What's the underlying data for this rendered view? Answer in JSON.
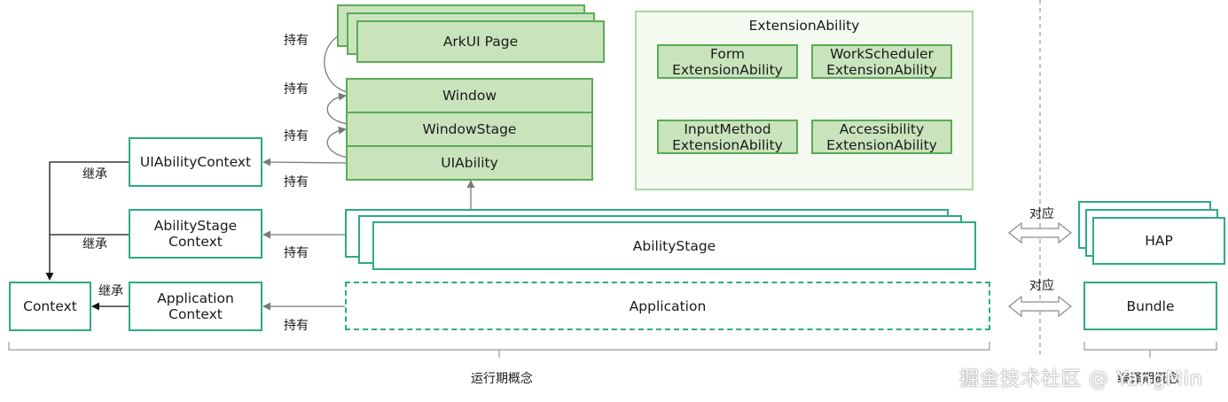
{
  "nodes": {
    "arkui_page": "ArkUI Page",
    "window": "Window",
    "window_stage": "WindowStage",
    "ui_ability": "UIAbility",
    "ui_ability_context": "UIAbilityContext",
    "ability_stage_context": "AbilityStage\nContext",
    "application_context": "Application\nContext",
    "context": "Context",
    "ability_stage": "AbilityStage",
    "application": "Application",
    "extension_ability_title": "ExtensionAbility",
    "form_ext": "Form\nExtensionAbility",
    "workscheduler_ext": "WorkScheduler\nExtensionAbility",
    "inputmethod_ext": "InputMethod\nExtensionAbility",
    "accessibility_ext": "Accessibility\nExtensionAbility",
    "hap": "HAP",
    "bundle": "Bundle"
  },
  "labels": {
    "hold_1": "持有",
    "hold_2": "持有",
    "hold_3": "持有",
    "hold_4": "持有",
    "hold_5": "持有",
    "hold_6": "持有",
    "inherit_1": "继承",
    "inherit_2": "继承",
    "inherit_3": "继承",
    "correspond_1": "对应",
    "correspond_2": "对应",
    "runtime_concept": "运行期概念",
    "compile_concept": "编译期概念"
  },
  "watermark": "掘金技术社区 @ YangMin"
}
